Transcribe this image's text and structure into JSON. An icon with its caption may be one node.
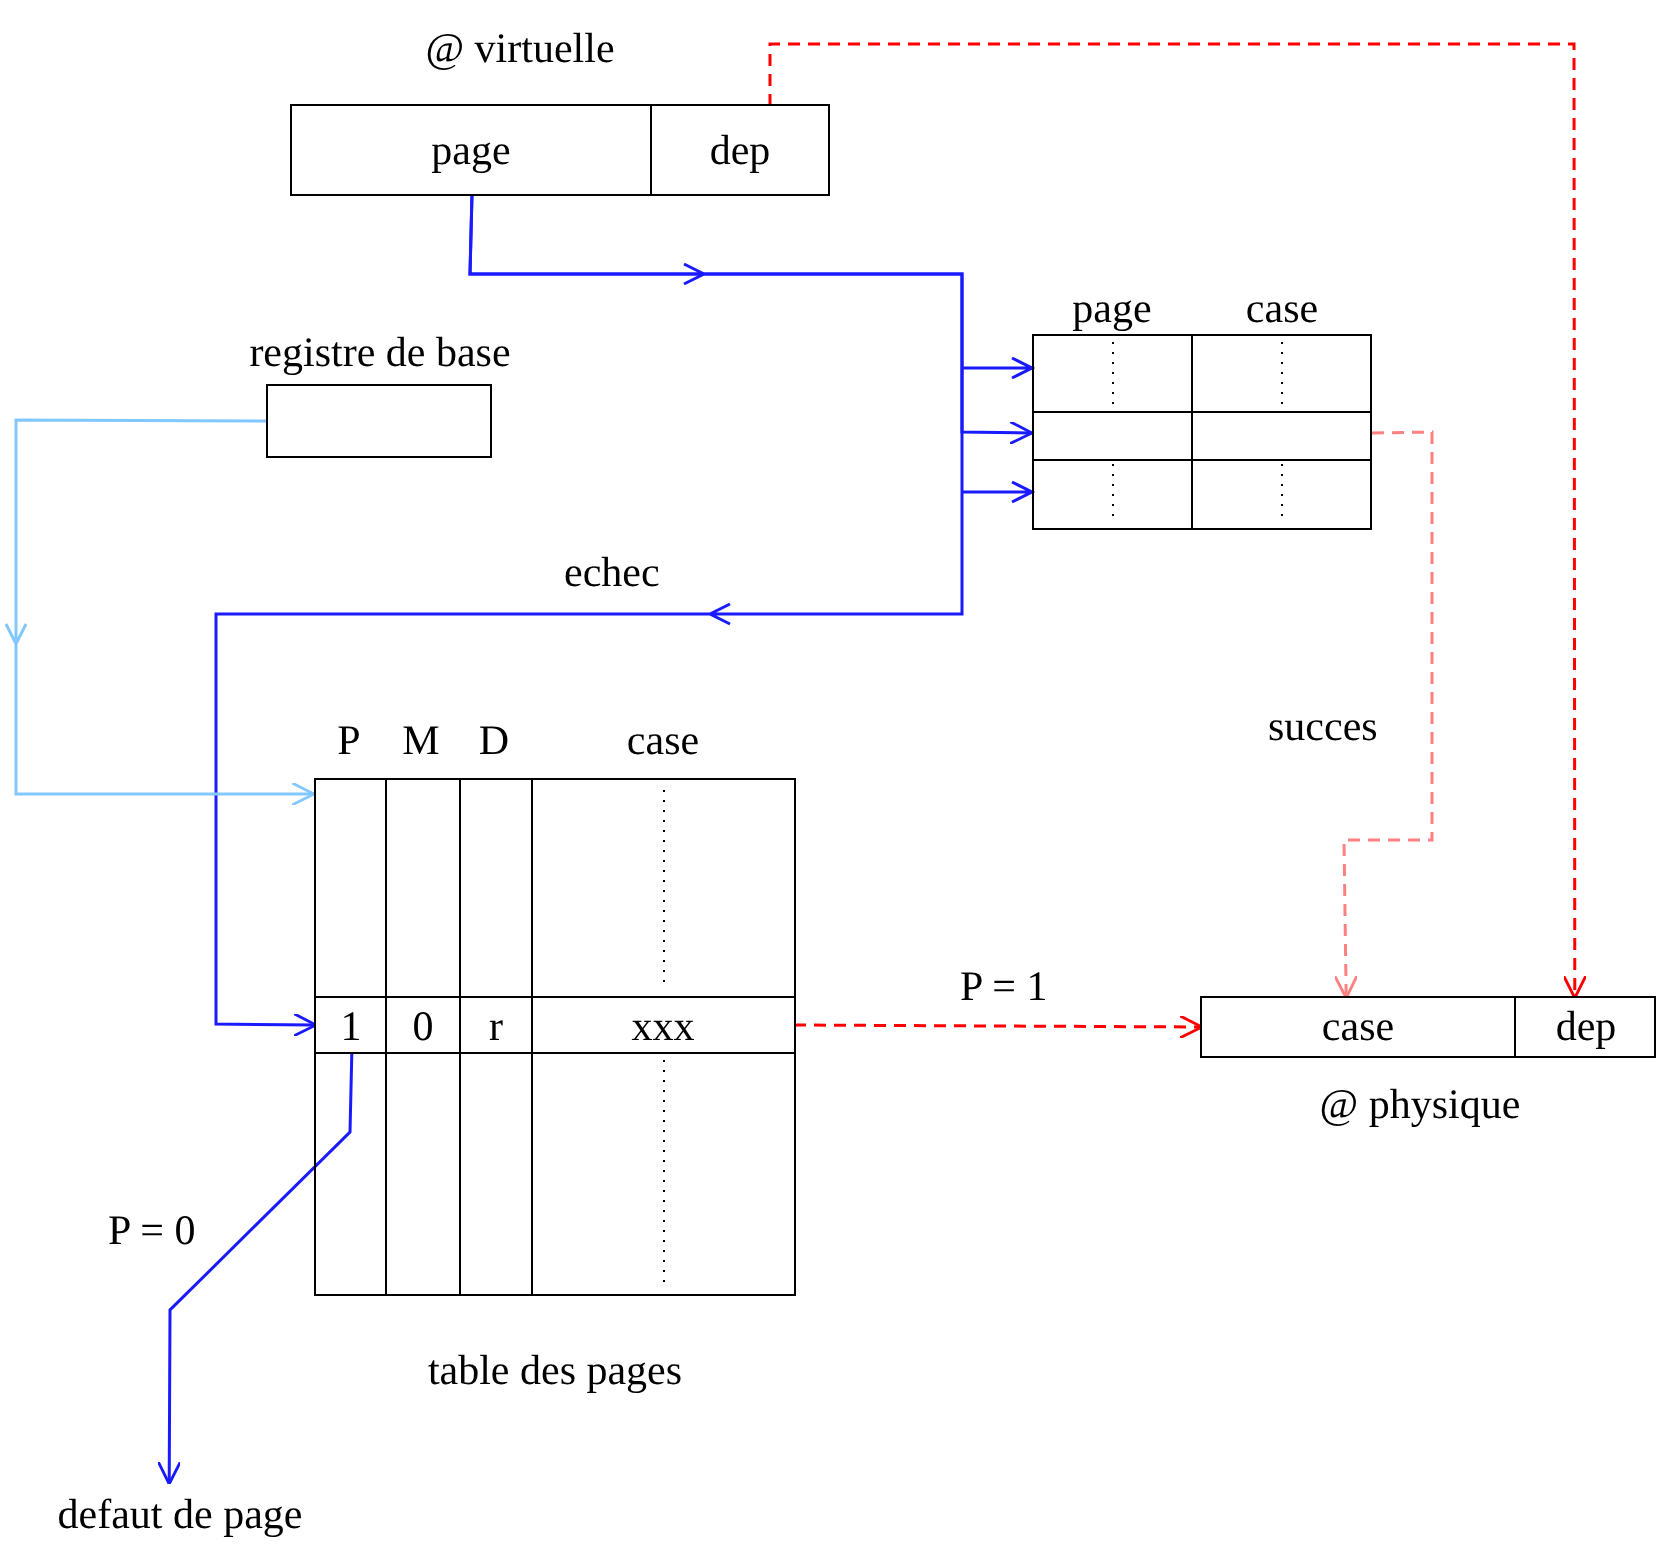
{
  "diagram": {
    "nodes": [
      {
        "text": [
          "@ virtuelle"
        ]
      },
      {
        "text": [
          "page"
        ],
        "in": 0
      },
      {
        "text": [
          "dep"
        ],
        "in": 0
      },
      {
        "text": [
          "page",
          "case"
        ]
      },
      {
        "text": [
          "registre de base"
        ]
      },
      {
        "text": [
          "P",
          "M",
          "D",
          "case",
          "table des pages"
        ]
      },
      {
        "text": [
          "1",
          "0",
          "r",
          "xxx"
        ],
        "in": 5
      },
      {
        "text": [
          "@ physique"
        ]
      },
      {
        "text": [
          "case"
        ],
        "in": 7
      },
      {
        "text": [
          "dep"
        ],
        "in": 7
      },
      {
        "text": [
          "defaut de page"
        ]
      }
    ],
    "edges": [
      {
        "from": 1,
        "to": 3,
        "arrow": "to"
      },
      {
        "from": 1,
        "to": 6,
        "arrow": "to",
        "label": "echec"
      },
      {
        "from": 4,
        "to": 5,
        "arrow": "to",
        "color": "#80c8ff"
      },
      {
        "from": 2,
        "to": 9,
        "arrow": "to",
        "style": "dashed",
        "color": "#ff0000"
      },
      {
        "from": 3,
        "to": 8,
        "arrow": "to",
        "label": "succes",
        "style": "dashed",
        "color": "#ff8080"
      },
      {
        "from": 6,
        "to": 8,
        "arrow": "to",
        "label": "P = 1",
        "style": "dashed",
        "color": "#ff0000"
      },
      {
        "from": 6,
        "to": 10,
        "arrow": "to",
        "label": "P = 0"
      }
    ]
  }
}
